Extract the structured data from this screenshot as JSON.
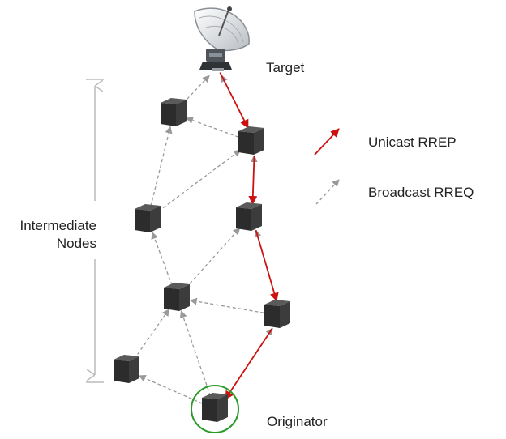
{
  "labels": {
    "target": "Target",
    "originator": "Originator",
    "intermediate_line1": "Intermediate",
    "intermediate_line2": "Nodes"
  },
  "legend": {
    "unicast": "Unicast RREP",
    "broadcast": "Broadcast RREQ"
  },
  "colors": {
    "rrep": "#cc1111",
    "rreq": "#999999",
    "originator_ring": "#2a9a2a",
    "node": "#333333",
    "bracket": "#bbbbbb"
  },
  "icons": {
    "target": "satellite-dish-icon",
    "node": "cube-node-icon"
  },
  "graph": {
    "nodes": [
      "target",
      "n1",
      "n2",
      "n3",
      "n4",
      "n5",
      "n6",
      "n7",
      "originator"
    ],
    "rreq_edges": [
      [
        "n1",
        "target"
      ],
      [
        "n2",
        "target"
      ],
      [
        "n2",
        "n1"
      ],
      [
        "n3",
        "n1"
      ],
      [
        "n3",
        "n2"
      ],
      [
        "n4",
        "n2"
      ],
      [
        "n5",
        "n3"
      ],
      [
        "n5",
        "n4"
      ],
      [
        "n6",
        "n4"
      ],
      [
        "n6",
        "n5"
      ],
      [
        "n7",
        "n5"
      ],
      [
        "originator",
        "n7"
      ],
      [
        "originator",
        "n5"
      ],
      [
        "originator",
        "n6"
      ]
    ],
    "rrep_path": [
      "target",
      "n2",
      "n4",
      "n6",
      "originator"
    ]
  }
}
